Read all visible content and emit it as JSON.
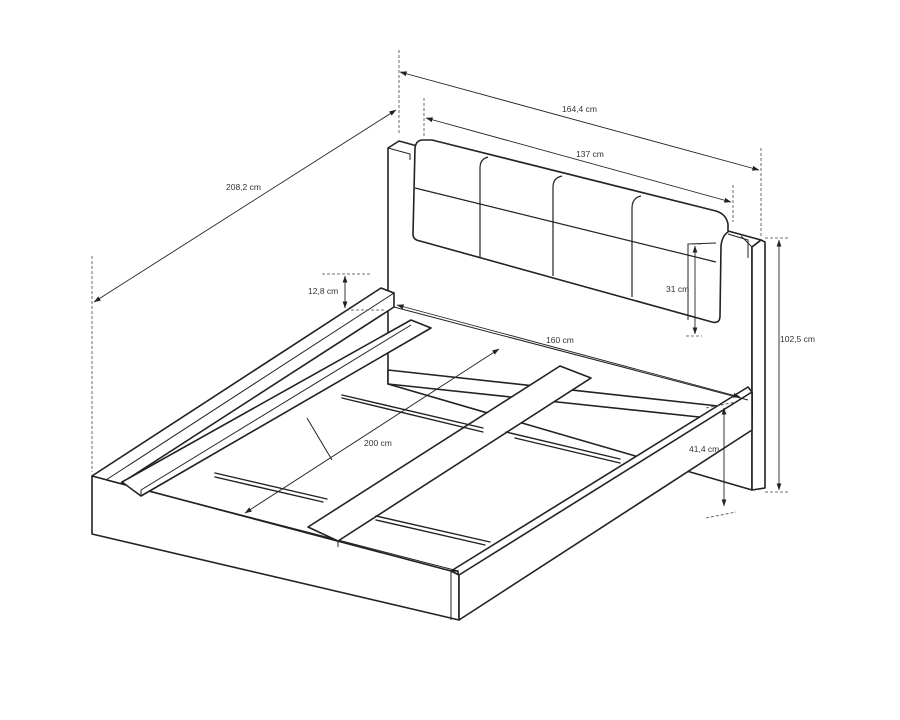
{
  "dimensions": {
    "total_length": "208,2 cm",
    "total_width": "164,4 cm",
    "headboard_panel_width": "137 cm",
    "headboard_panel_height": "31 cm",
    "total_height": "102,5 cm",
    "frame_height": "41,4 cm",
    "side_rail_height": "12,8 cm",
    "mattress_width": "160 cm",
    "mattress_length": "200 cm"
  }
}
